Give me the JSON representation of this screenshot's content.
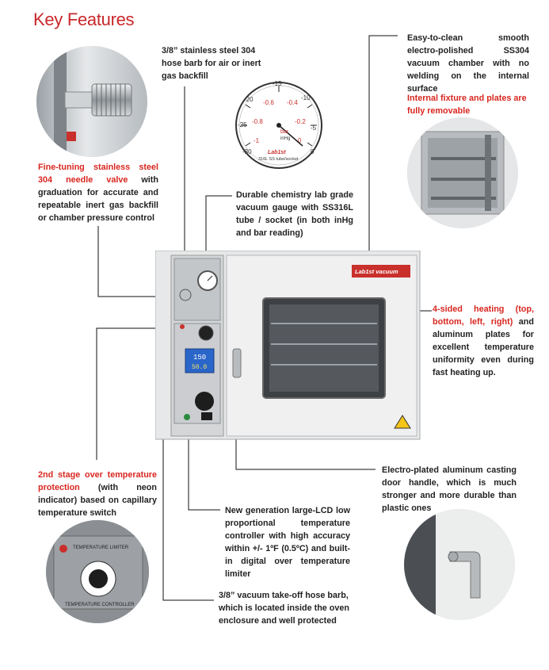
{
  "header": {
    "title": "Key Features"
  },
  "features": {
    "hose_barb": {
      "text": "3/8” stainless steel 304 hose barb for air or inert gas backfill"
    },
    "needle_valve": {
      "highlight": "Fine-tuning stainless steel 304 needle valve",
      "text": " with graduation for accurate and repeatable inert gas backfill or chamber pressure control"
    },
    "gauge": {
      "text": "Durable chemistry lab grade vacuum gauge with SS316L tube / socket (in both inHg and bar reading)"
    },
    "chamber": {
      "text": "Easy-to-clean smooth electro-polished SS304 vacuum chamber with no welding on the internal surface",
      "highlight": "Internal fixture and plates are fully removable"
    },
    "heating": {
      "highlight": "4-sided heating (top, bottom, left, right)",
      "text": " and aluminum plates for excellent temperature uniformity even during fast heating up."
    },
    "handle": {
      "text": "Electro-plated aluminum casting door handle, which is much stronger and more durable than plastic ones"
    },
    "over_temp": {
      "highlight": "2nd stage over temperature protection",
      "text": " (with neon indicator) based on capillary temperature switch"
    },
    "controller": {
      "text": "New generation large-LCD low proportional temperature controller with high accuracy within +/- 1ºF (0.5ºC) and built-in digital over temperature limiter"
    },
    "takeoff_barb": {
      "text": "3/8” vacuum take-off hose barb, which is located inside the oven enclosure and well protected"
    }
  },
  "gauge_face": {
    "outer_ticks": [
      "-30",
      "-25",
      "-20",
      "-15",
      "-10",
      "-5",
      "0"
    ],
    "inner_ticks": [
      "-1",
      "-0.8",
      "-0.6",
      "-0.4",
      "-0.2",
      "0"
    ],
    "unit_bar": "bar",
    "unit_inhg": "inHg",
    "brand": "Lab1st",
    "spec": "316L SS tube/socket"
  },
  "oven": {
    "brand_strip": "Lab1st vacuum",
    "lcd_top": "150",
    "lcd_bottom": "50.0"
  },
  "inset": {
    "limiter_label": "TEMPERATURE LIMITER",
    "controller_label": "TEMPERATURE CONTROLLER"
  },
  "colors": {
    "accent_red": "#d8261f",
    "title_red": "#c8282a",
    "brand_red": "#c9302c"
  }
}
